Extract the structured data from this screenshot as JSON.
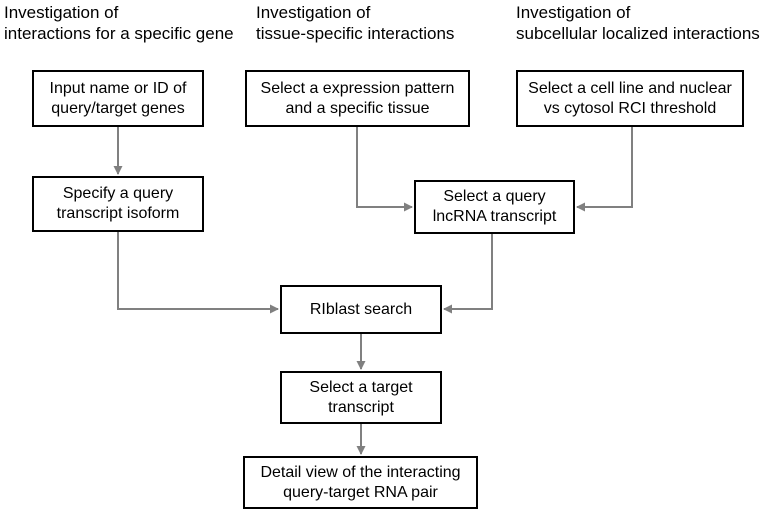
{
  "headings": {
    "col1": [
      "Investigation of",
      "interactions for a specific gene"
    ],
    "col2": [
      "Investigation of",
      "tissue-specific interactions"
    ],
    "col3": [
      "Investigation of",
      "subcellular localized interactions"
    ]
  },
  "boxes": {
    "input_name": [
      "Input name or ID of",
      "query/target genes"
    ],
    "specify_isoform": [
      "Specify a query",
      "transcript isoform"
    ],
    "expression_pattern": [
      "Select a expression pattern",
      "and a specific tissue"
    ],
    "cell_line": [
      "Select a cell line and nuclear",
      "vs cytosol RCI threshold"
    ],
    "lncrna_transcript": [
      "Select a query",
      "lncRNA transcript"
    ],
    "riblast": [
      "RIblast search"
    ],
    "target_transcript": [
      "Select a target",
      "transcript"
    ],
    "detail_view": [
      "Detail view of the interacting",
      "query-target RNA pair"
    ]
  },
  "colors": {
    "arrow": "#808080",
    "border": "#000000"
  }
}
